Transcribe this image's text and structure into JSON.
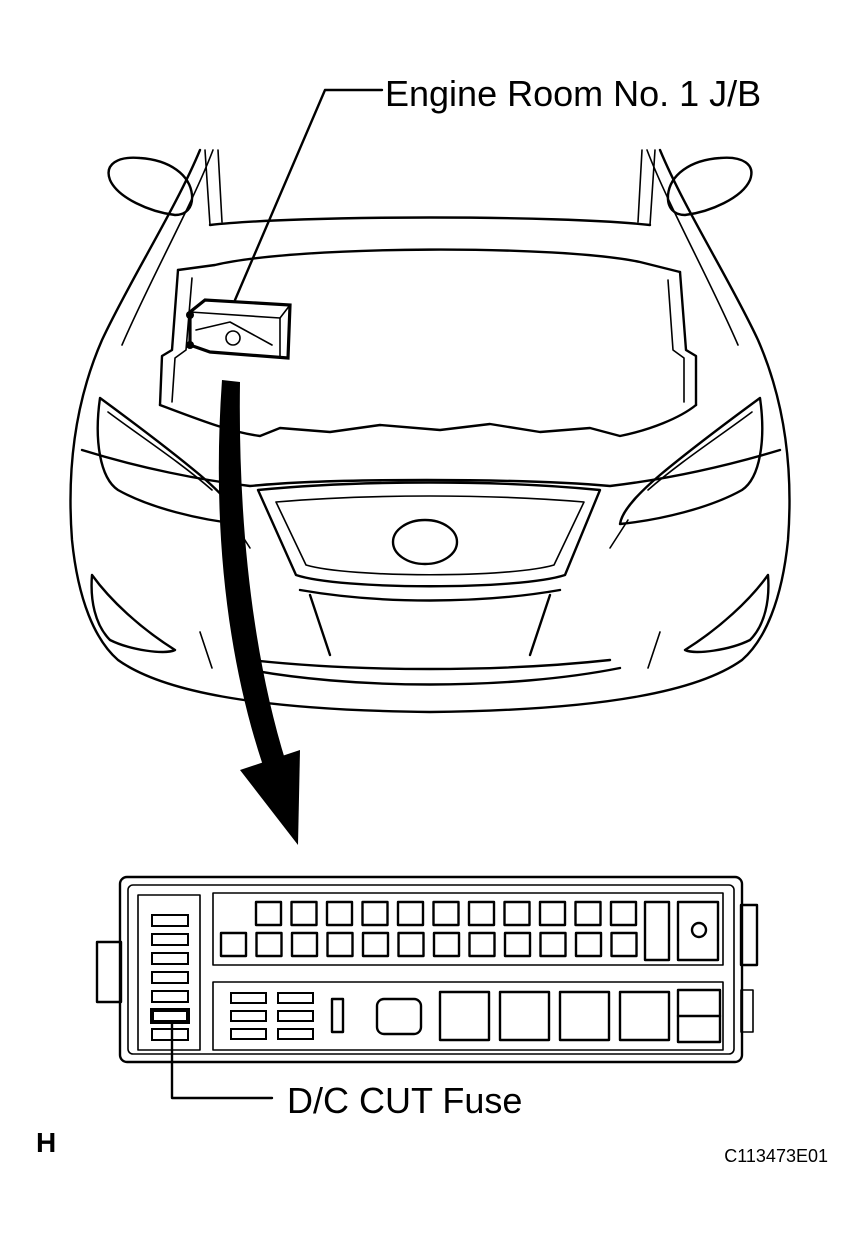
{
  "labels": {
    "junction_block": "Engine Room No. 1 J/B",
    "fuse": "D/C CUT Fuse",
    "corner_letter": "H",
    "figure_code": "C113473E01"
  },
  "colors": {
    "line": "#000000",
    "background": "#ffffff"
  }
}
